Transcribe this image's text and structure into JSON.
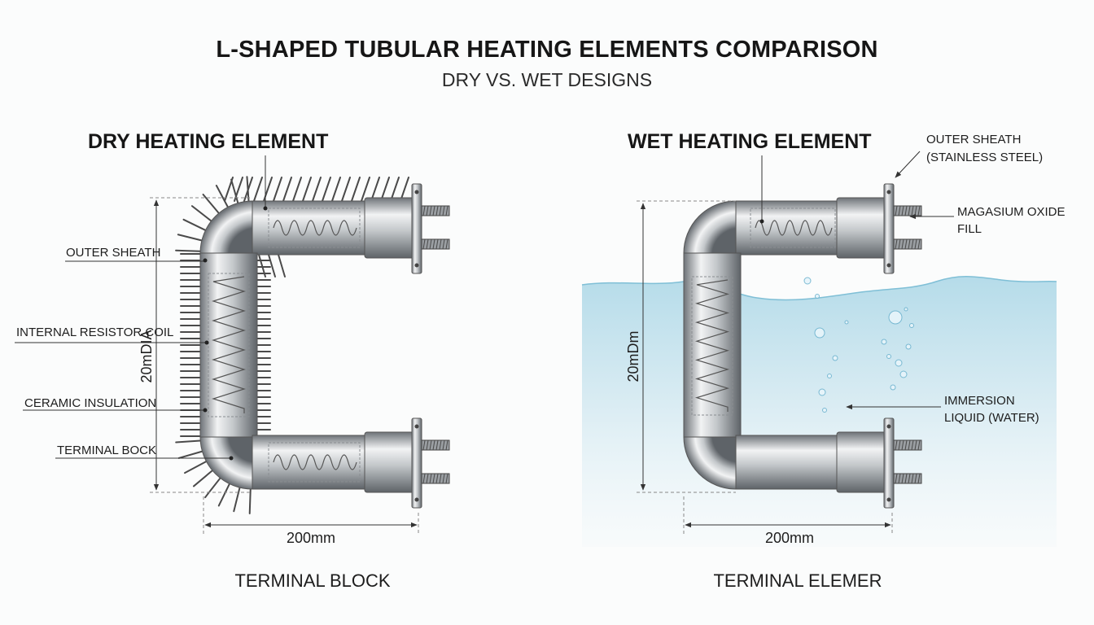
{
  "header": {
    "title": "L-SHAPED TUBULAR HEATING ELEMENTS COMPARISON",
    "subtitle": "DRY VS. WET DESIGNS"
  },
  "dry": {
    "heading": "DRY HEATING ELEMENT",
    "labels": {
      "outer_sheath": "OUTER SHEATH",
      "resistor_coil": "INTERNAL RESISTOR COIL",
      "ceramic_insulation": "CERAMIC INSULATION",
      "terminal_bock": "TERMINAL BOCK"
    },
    "dim_vertical": "20mDIA",
    "dim_horizontal": "200mm",
    "footer": "TERMINAL BLOCK"
  },
  "wet": {
    "heading": "WET HEATING ELEMENT",
    "labels": {
      "outer_sheath_l1": "OUTER SHEATH",
      "outer_sheath_l2": "(STAINLESS STEEL)",
      "mgo_l1": "MAGASIUM OXIDE",
      "mgo_l2": "FILL",
      "liquid_l1": "IMMERSION",
      "liquid_l2": "LIQUID (WATER)"
    },
    "dim_vertical": "20mDm",
    "dim_horizontal": "200mm",
    "footer": "TERMINAL ELEMER"
  },
  "colors": {
    "metal_dark": "#6e7378",
    "metal_light": "#f2f3f4",
    "water": "#a9d6e6",
    "water_light": "#e4f2f7",
    "ink": "#1a1a1a"
  }
}
